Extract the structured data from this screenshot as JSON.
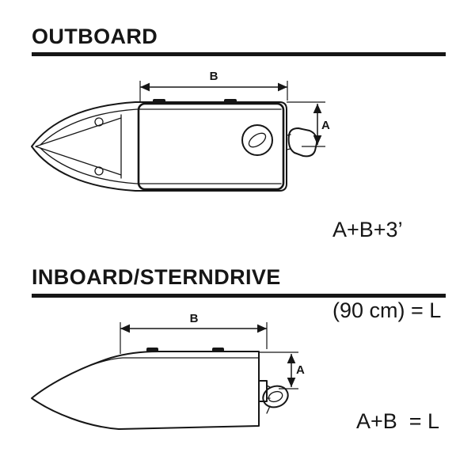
{
  "colors": {
    "ink": "#161616"
  },
  "sections": {
    "outboard": {
      "title": "OUTBOARD",
      "dim_b_label": "B",
      "dim_a_label": "A",
      "formula_line1": "A+B+3’",
      "formula_line2": "(90 cm) = L"
    },
    "inboard": {
      "title": "INBOARD/STERNDRIVE",
      "dim_b_label": "B",
      "dim_a_label": "A",
      "formula": "A+B  = L"
    }
  }
}
